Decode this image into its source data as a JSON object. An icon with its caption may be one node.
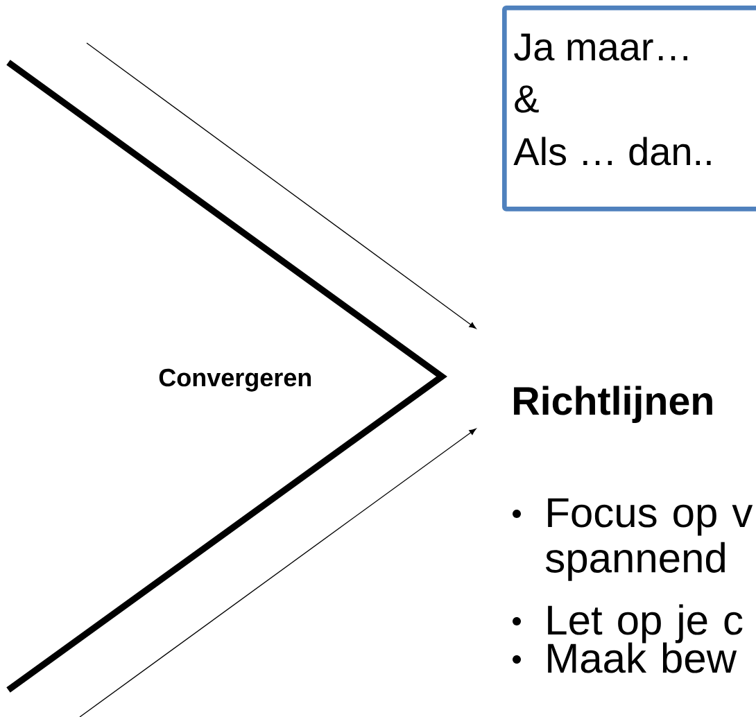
{
  "diagram": {
    "nodes": [
      {
        "text": [
          "Ja maar…",
          "&",
          "Als … dan.."
        ]
      }
    ],
    "labels": [
      "Convergeren",
      "Richtlijnen",
      "Focus op v spannend",
      "Let op je c",
      "Maak bew"
    ]
  }
}
